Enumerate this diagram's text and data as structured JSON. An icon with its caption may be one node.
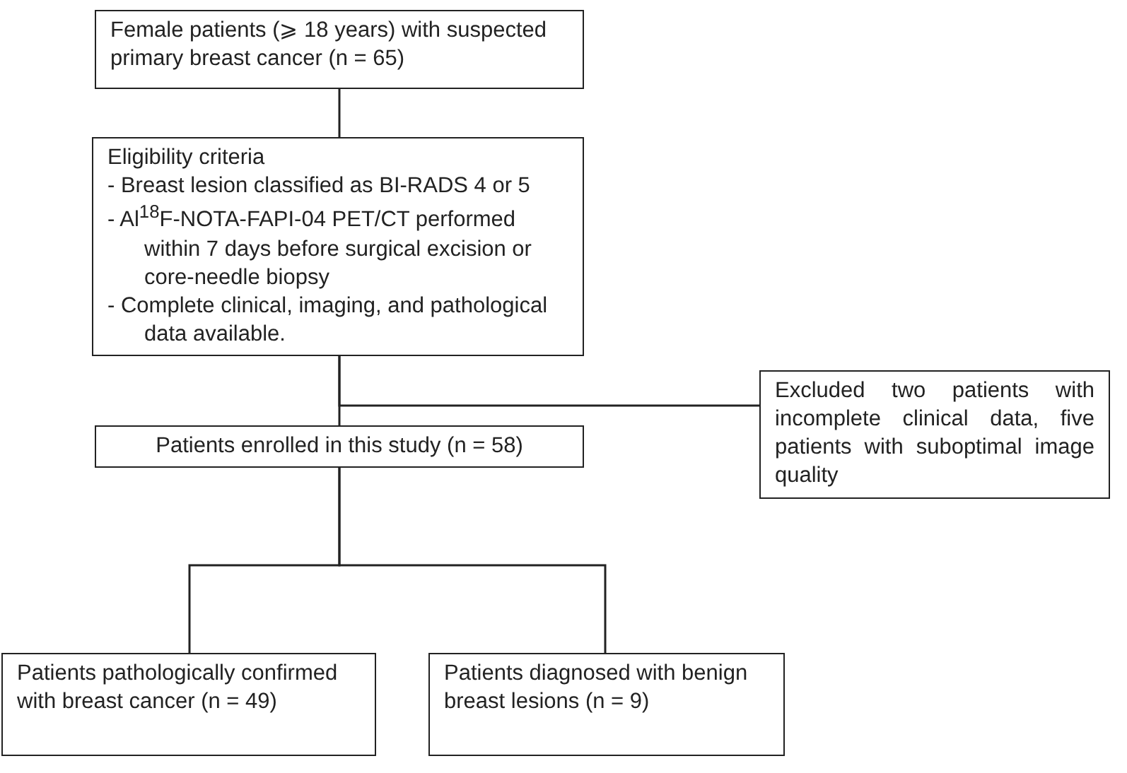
{
  "diagram": {
    "nodes": [
      {
        "text": [
          "Female patients (⩾ 18 years) with suspected primary breast cancer (n = 65)"
        ]
      },
      {
        "text": [
          "Eligibility criteria",
          "- Breast lesion classified as BI-RADS 4 or 5",
          "- Al$^{18}$F-NOTA-FAPI-04 PET/CT performed within 7 days before surgical excision or core-needle biopsy",
          "- Complete clinical, imaging, and pathological data available."
        ]
      },
      {
        "text": [
          "Excluded two patients with incomplete clinical data, five patients with suboptimal image quality"
        ]
      },
      {
        "text": [
          "Patients enrolled in this study (n = 58)"
        ]
      },
      {
        "text": [
          "Patients pathologically confirmed with breast cancer (n = 49)"
        ]
      },
      {
        "text": [
          "Patients diagnosed with benign breast lesions (n = 9)"
        ]
      }
    ],
    "edges": [
      {
        "from": 0,
        "to": 1,
        "arrow": "none"
      },
      {
        "from": 1,
        "to": 3,
        "arrow": "none"
      },
      {
        "from": 1,
        "to": 2,
        "arrow": "none"
      },
      {
        "from": 3,
        "to": 4,
        "arrow": "none"
      },
      {
        "from": 3,
        "to": 5,
        "arrow": "none"
      }
    ]
  }
}
